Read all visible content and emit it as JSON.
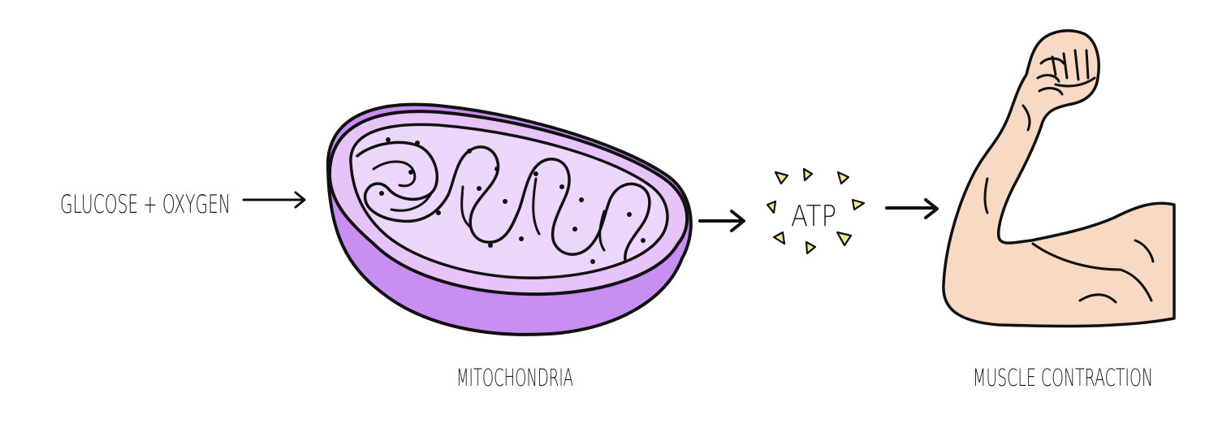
{
  "labels": {
    "input": "GLUCOSE + OXYGEN",
    "organelle": "MITOCHONDRIA",
    "energy": "ATP",
    "output": "MUSCLE CONTRACTION"
  },
  "colors": {
    "mito_outer": "#c98ef2",
    "mito_rim": "#b97ae8",
    "mito_inner": "#ecd2fb",
    "mito_cristae_fill": "#d9b0f5",
    "atp_spark": "#f1e79a",
    "skin": "#f8d9c4",
    "ink": "#111111"
  },
  "icons": {
    "organelle": "mitochondrion-icon",
    "energy": "atp-sparkle-icon",
    "output": "flexed-arm-icon"
  }
}
